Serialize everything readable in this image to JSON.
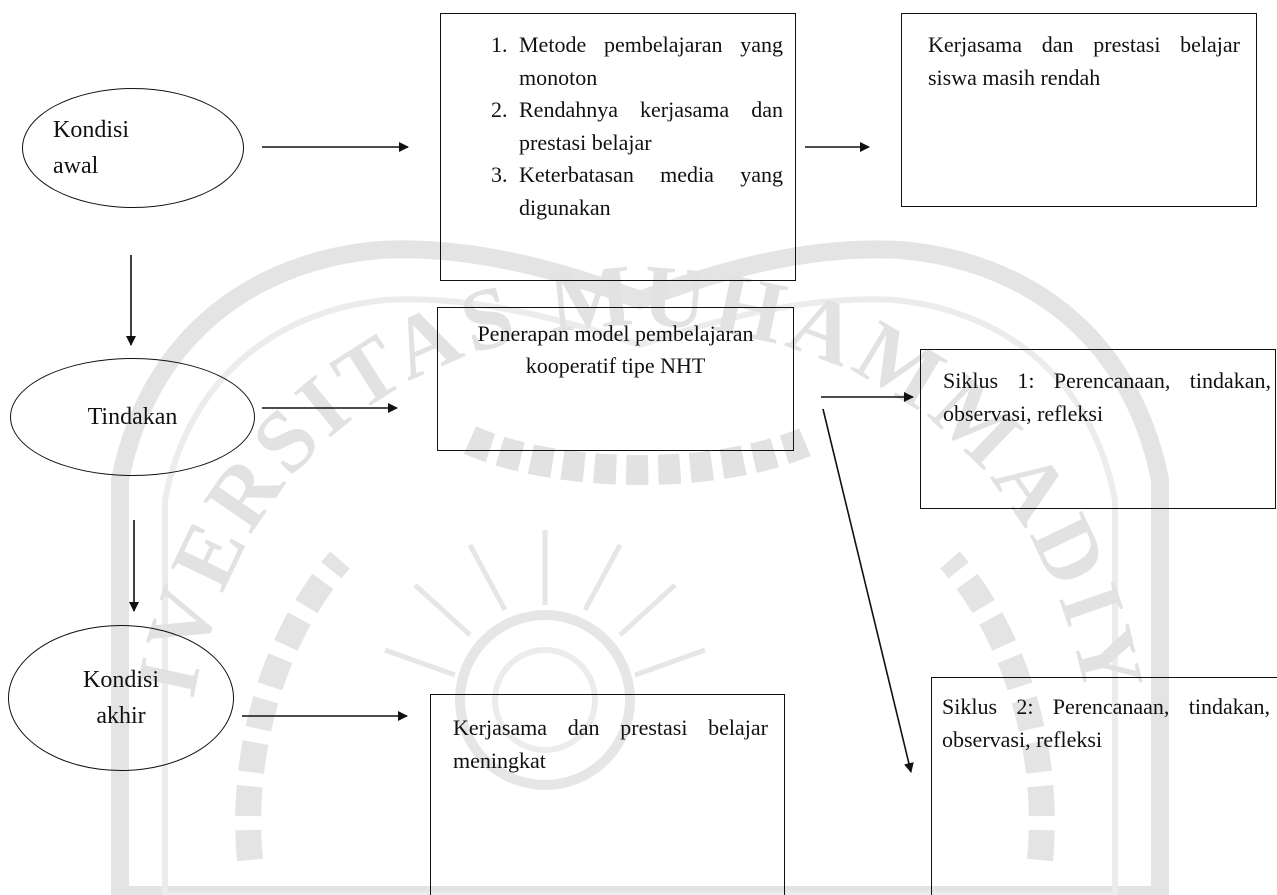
{
  "ellipses": {
    "kondisi_awal": "Kondisi\nawal",
    "tindakan": "Tindakan",
    "kondisi_akhir": "Kondisi\nakhir"
  },
  "boxes": {
    "masalah": [
      "Metode pembelajaran yang monoton",
      "Rendahnya kerjasama dan prestasi belajar",
      "Keterbatasan media yang digunakan"
    ],
    "kondisi_rendah": "Kerjasama dan prestasi belajar siswa masih rendah",
    "penerapan": "Penerapan model pembelajaran kooperatif tipe NHT",
    "siklus_1": "Siklus 1: Perencanaan, tindakan, observasi, refleksi",
    "siklus_2": "Siklus 2: Perencanaan, tindakan, observasi, refleksi",
    "hasil": "Kerjasama dan prestasi belajar meningkat"
  },
  "watermark": {
    "text": "UNIVERSITAS MUHAMMADIYAH"
  },
  "colors": {
    "ink": "#111111",
    "watermark": "#e2e2e2"
  }
}
